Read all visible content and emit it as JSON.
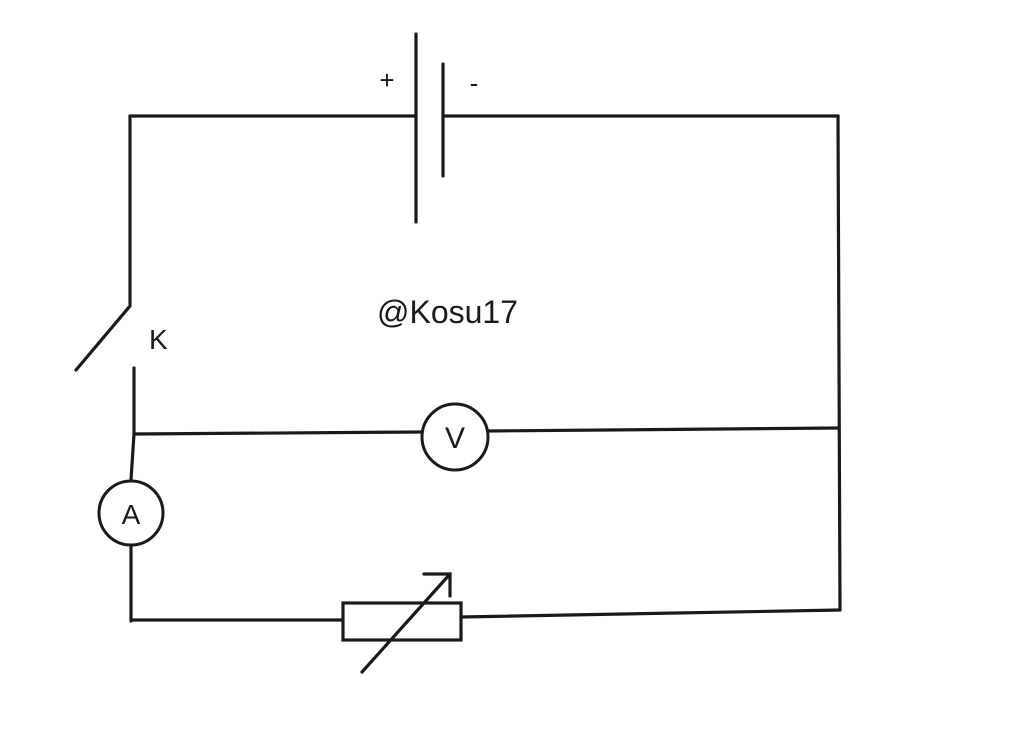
{
  "battery": {
    "positive_label": "+",
    "negative_label": "-"
  },
  "switch": {
    "label": "K"
  },
  "watermark": {
    "text": "@Kosu17"
  },
  "voltmeter": {
    "label": "V"
  },
  "ammeter": {
    "label": "A"
  },
  "colors": {
    "line": "#1a1a1a",
    "background": "#ffffff"
  }
}
